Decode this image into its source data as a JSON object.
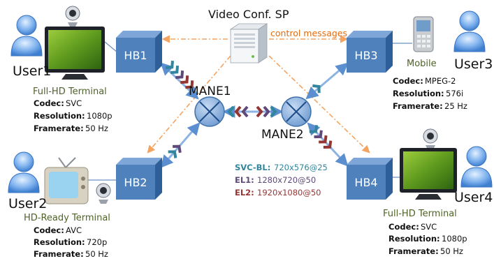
{
  "title": "Video Conf. SP",
  "control_label": "control messages",
  "colors": {
    "hub_front": "#4f81bd",
    "hub_top": "#7ea6d9",
    "hub_side": "#2f5f98",
    "control_arrow": "#f4a460",
    "link_blue": "#8db3e2",
    "svc_bl": "#31859c",
    "el1": "#5f497a",
    "el2": "#943634"
  },
  "users": [
    {
      "label": "User1",
      "terminal": "Full-HD Terminal",
      "specs": [
        {
          "key": "Codec:",
          "value": "SVC"
        },
        {
          "key": "Resolution:",
          "value": "1080p"
        },
        {
          "key": "Framerate:",
          "value": "50 Hz"
        }
      ]
    },
    {
      "label": "User2",
      "terminal": "HD-Ready Terminal",
      "specs": [
        {
          "key": "Codec:",
          "value": "AVC"
        },
        {
          "key": "Resolution:",
          "value": "720p"
        },
        {
          "key": "Framerate:",
          "value": "50 Hz"
        }
      ]
    },
    {
      "label": "User3",
      "terminal": "Mobile",
      "specs": [
        {
          "key": "Codec:",
          "value": "MPEG-2"
        },
        {
          "key": "Resolution:",
          "value": "576i"
        },
        {
          "key": "Framerate:",
          "value": "25 Hz"
        }
      ]
    },
    {
      "label": "User4",
      "terminal": "Full-HD Terminal",
      "specs": [
        {
          "key": "Codec:",
          "value": "SVC"
        },
        {
          "key": "Resolution:",
          "value": "1080p"
        },
        {
          "key": "Framerate:",
          "value": "50 Hz"
        }
      ]
    }
  ],
  "hubs": [
    "HB1",
    "HB2",
    "HB3",
    "HB4"
  ],
  "manes": [
    "MANE1",
    "MANE2"
  ],
  "layers": [
    {
      "key": "SVC-BL:",
      "value": "720x576@25"
    },
    {
      "key": "EL1:",
      "value": "1280x720@50"
    },
    {
      "key": "EL2:",
      "value": "1920x1080@50"
    }
  ]
}
